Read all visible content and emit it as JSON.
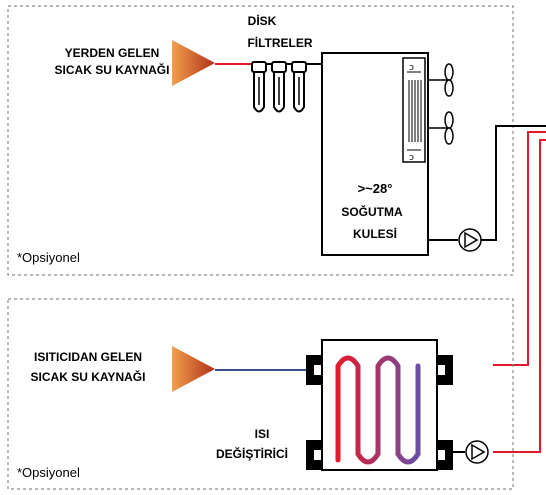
{
  "top_section": {
    "source_label_line1": "YERDEN GELEN",
    "source_label_line2": "SICAK SU KAYNAĞI",
    "filter_label_line1": "DİSK",
    "filter_label_line2": "FİLTRELER",
    "tower_label_line1": ">~28°",
    "tower_label_line2": "SOĞUTMA",
    "tower_label_line3": "KULESİ",
    "note": "*Opsiyonel"
  },
  "bottom_section": {
    "source_label_line1": "ISITICIDAN GELEN",
    "source_label_line2": "SICAK SU KAYNAĞI",
    "exchanger_label_line1": "ISI",
    "exchanger_label_line2": "DEĞİŞTİRİCİ",
    "note": "*Opsiyonel"
  },
  "colors": {
    "hot_pipe": "#e3192b",
    "cold_pipe": "#3a4e8f",
    "black_pipe": "#000000",
    "dashed_border": "#8a8a8a",
    "arrow_dark": "#b0301c",
    "arrow_light": "#f0a04a"
  }
}
